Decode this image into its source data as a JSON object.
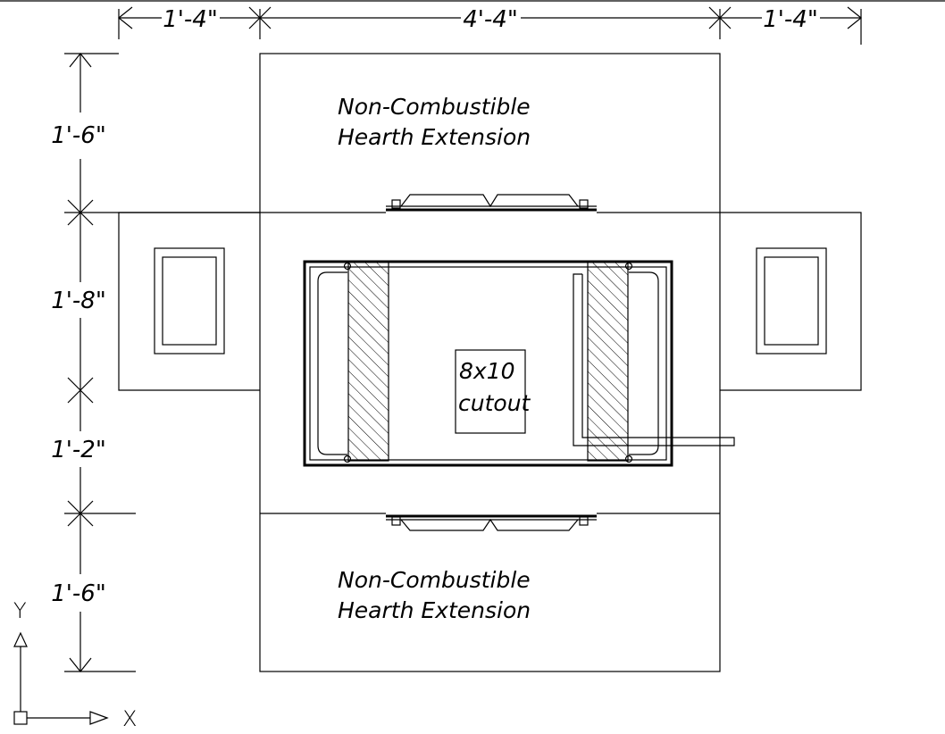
{
  "dimensions": {
    "top": [
      "1'-4\"",
      "4'-4\"",
      "1'-4\""
    ],
    "left": [
      "1'-6\"",
      "1'-8\"",
      "1'-2\"",
      "1'-6\""
    ]
  },
  "notes": {
    "hearth_top_line1": "Non-Combustible",
    "hearth_top_line2": "Hearth Extension",
    "hearth_bottom_line1": "Non-Combustible",
    "hearth_bottom_line2": "Hearth Extension",
    "cutout_line1": "8x10",
    "cutout_line2": "cutout"
  },
  "ucs": {
    "y_label": "Y",
    "x_label": "X"
  }
}
